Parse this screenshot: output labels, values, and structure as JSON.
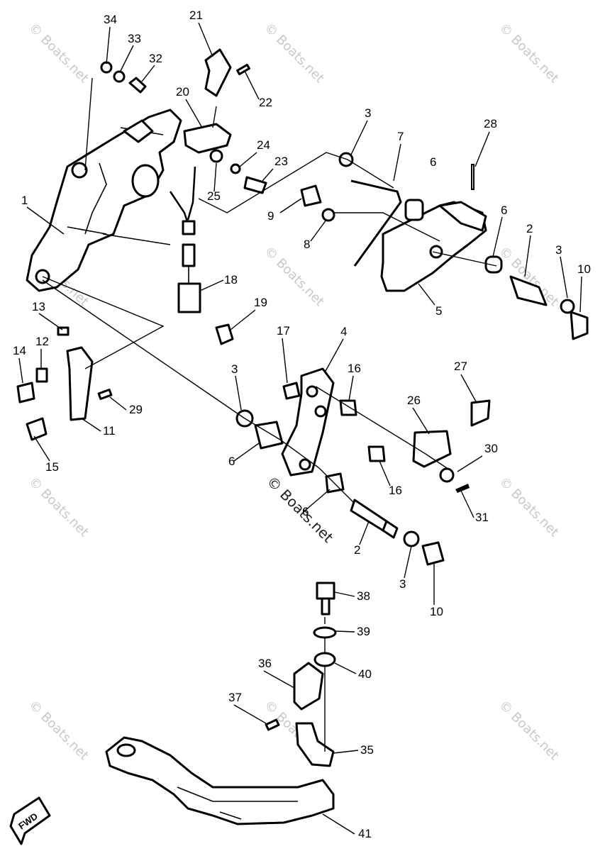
{
  "diagram": {
    "callouts": [
      {
        "id": "34",
        "text": "34"
      },
      {
        "id": "33",
        "text": "33"
      },
      {
        "id": "32",
        "text": "32"
      },
      {
        "id": "21",
        "text": "21"
      },
      {
        "id": "22",
        "text": "22"
      },
      {
        "id": "20",
        "text": "20"
      },
      {
        "id": "3a",
        "text": "3"
      },
      {
        "id": "7",
        "text": "7"
      },
      {
        "id": "28",
        "text": "28"
      },
      {
        "id": "24",
        "text": "24"
      },
      {
        "id": "23",
        "text": "23"
      },
      {
        "id": "6a",
        "text": "6"
      },
      {
        "id": "25",
        "text": "25"
      },
      {
        "id": "9",
        "text": "9"
      },
      {
        "id": "1",
        "text": "1"
      },
      {
        "id": "6b",
        "text": "6"
      },
      {
        "id": "2a",
        "text": "2"
      },
      {
        "id": "8",
        "text": "8"
      },
      {
        "id": "3b",
        "text": "3"
      },
      {
        "id": "10a",
        "text": "10"
      },
      {
        "id": "18",
        "text": "18"
      },
      {
        "id": "5",
        "text": "5"
      },
      {
        "id": "13",
        "text": "13"
      },
      {
        "id": "19",
        "text": "19"
      },
      {
        "id": "17",
        "text": "17"
      },
      {
        "id": "4",
        "text": "4"
      },
      {
        "id": "12",
        "text": "12"
      },
      {
        "id": "14",
        "text": "14"
      },
      {
        "id": "16a",
        "text": "16"
      },
      {
        "id": "27",
        "text": "27"
      },
      {
        "id": "3c",
        "text": "3"
      },
      {
        "id": "26",
        "text": "26"
      },
      {
        "id": "29",
        "text": "29"
      },
      {
        "id": "11",
        "text": "11"
      },
      {
        "id": "15",
        "text": "15"
      },
      {
        "id": "6c",
        "text": "6"
      },
      {
        "id": "30",
        "text": "30"
      },
      {
        "id": "16b",
        "text": "16"
      },
      {
        "id": "6d",
        "text": "6"
      },
      {
        "id": "31",
        "text": "31"
      },
      {
        "id": "2b",
        "text": "2"
      },
      {
        "id": "3d",
        "text": "3"
      },
      {
        "id": "10b",
        "text": "10"
      },
      {
        "id": "38",
        "text": "38"
      },
      {
        "id": "39",
        "text": "39"
      },
      {
        "id": "36",
        "text": "36"
      },
      {
        "id": "40",
        "text": "40"
      },
      {
        "id": "37",
        "text": "37"
      },
      {
        "id": "35",
        "text": "35"
      },
      {
        "id": "41",
        "text": "41"
      }
    ],
    "watermark": "© Boats.net",
    "fwd_marker": "FWD"
  }
}
